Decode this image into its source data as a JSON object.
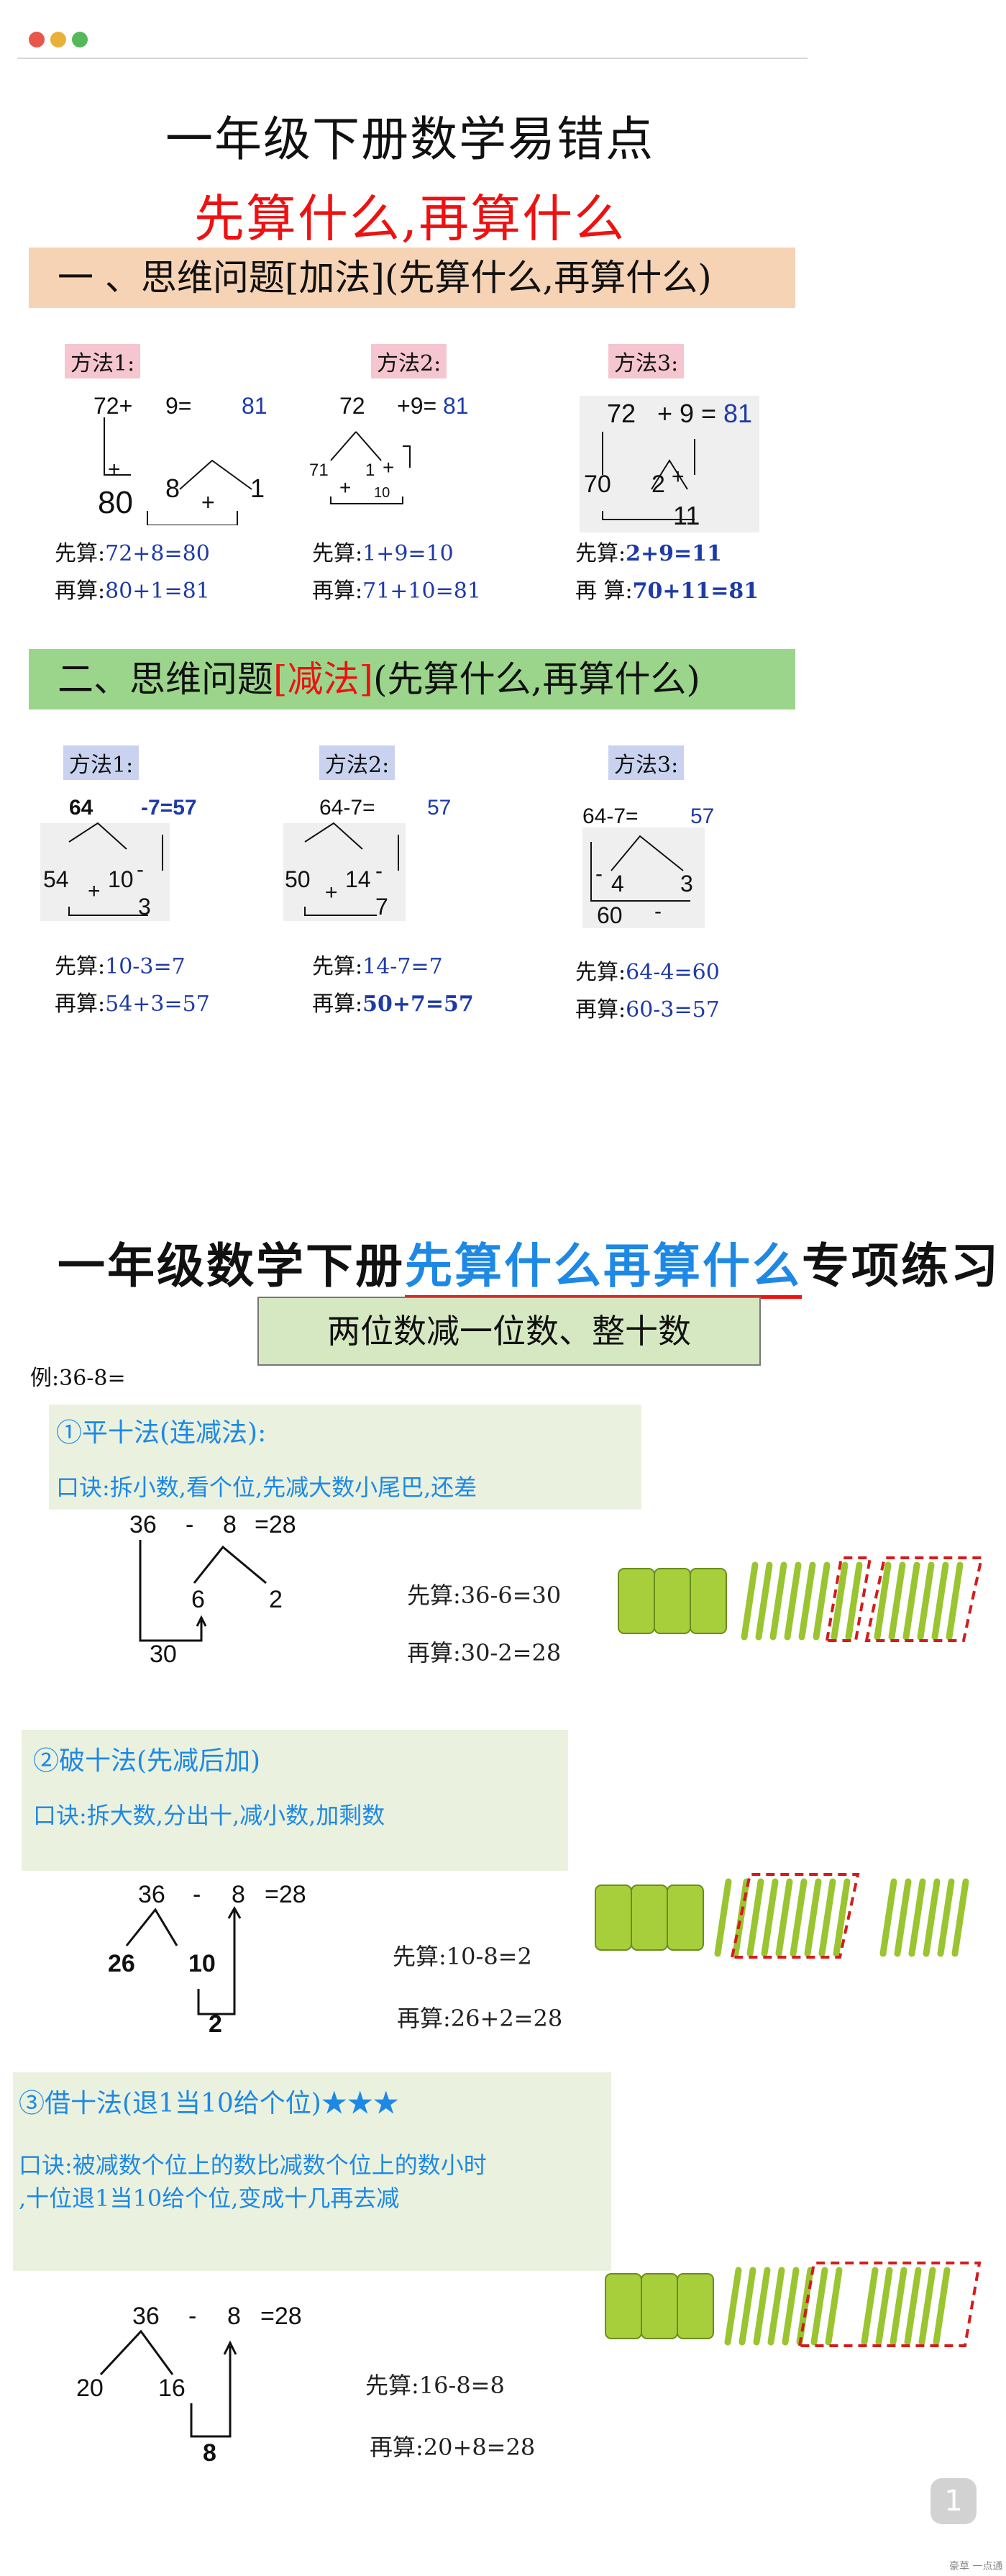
{
  "window": {
    "dots": [
      "#e8574a",
      "#eab13a",
      "#56b85a"
    ]
  },
  "header": {
    "title": "一年级下册数学易错点",
    "subtitle": "先算什么,再算什么"
  },
  "section1": {
    "heading_prefix": "一 、思维问题[加法](先算什么,再算什么)",
    "methods": [
      {
        "label": "方法1:",
        "top_left": "72+",
        "top_mid": "9=",
        "top_right": "81",
        "split_a": "80",
        "split_b": "8",
        "split_c": "1",
        "op1": "+",
        "op2": "+",
        "first_label": "先算:",
        "first": "72+8=80",
        "then_label": "再算:",
        "then": "80+1=81"
      },
      {
        "label": "方法2:",
        "top_left": "72",
        "top_mid": "+9=",
        "top_right": "81",
        "split_a": "71",
        "split_b": "1",
        "split_c": "10",
        "op1": "+",
        "op2": "+",
        "first_label": "先算:",
        "first": "1+9=10",
        "then_label": "再算:",
        "then": "71+10=81"
      },
      {
        "label": "方法3:",
        "top_left": "72",
        "top_mid": "+  9 =",
        "top_right": "81",
        "split_a": "70",
        "split_b": "2",
        "split_c": "11",
        "op1": "+",
        "op2": "+",
        "first_label": "先算:",
        "first": "2+9=11",
        "then_label": "再 算:",
        "then": "70+11=81"
      }
    ]
  },
  "section2": {
    "heading_before": "二、思维问题",
    "heading_red": "[减法]",
    "heading_after": "(先算什么,再算什么)",
    "methods": [
      {
        "label": "方法1:",
        "top_left": "64",
        "top_mid": "-7=57",
        "split_a": "54",
        "split_b": "10",
        "split_c": "3",
        "op1": "-",
        "op2": "+",
        "first_label": "先算:",
        "first": "10-3=7",
        "then_label": "再算:",
        "then": "54+3=57"
      },
      {
        "label": "方法2:",
        "top_left": "64-7=",
        "top_right": "57",
        "split_a": "50",
        "split_b": "14",
        "split_c": "7",
        "op1": "-",
        "op2": "+",
        "first_label": "先算:",
        "first": "14-7=7",
        "then_label": "再算:",
        "then": "50+7=57"
      },
      {
        "label": "方法3:",
        "top_left": "64-7=",
        "top_right": "57",
        "split_a": "4",
        "split_b": "3",
        "split_c": "60",
        "op1": "-",
        "op2": "-",
        "first_label": "先算:",
        "first": "64-4=60",
        "then_label": "再算:",
        "then": "60-3=57"
      }
    ]
  },
  "practice": {
    "title_before": "一年级数学下册",
    "title_hl": "先算什么再算什么",
    "title_after": "专项练习",
    "subtitle": "两位数减一位数、整十数",
    "example": "例:36-8=",
    "method1": {
      "heading": "①平十法(连减法):",
      "rhyme": "口诀:拆小数,看个位,先减大数小尾巴,还差",
      "top_a": "36",
      "top_op": "-",
      "top_b": "8",
      "top_eq": "=28",
      "split_b1": "6",
      "split_b2": "2",
      "result": "30",
      "first": "先算:36-6=30",
      "then": "再算:30-2=28"
    },
    "method2": {
      "heading": "②破十法(先减后加)",
      "rhyme": "口诀:拆大数,分出十,减小数,加剩数",
      "top_a": "36",
      "top_op": "-",
      "top_b": "8",
      "top_eq": "=28",
      "split_a1": "26",
      "split_a2": "10",
      "result": "2",
      "first": "先算:10-8=2",
      "then": "再算:26+2=28"
    },
    "method3": {
      "heading": "③借十法(退1当10给个位)★★★",
      "rhyme1": "口诀:被减数个位上的数比减数个位上的数小时",
      "rhyme2": ",十位退1当10给个位,变成十几再去减",
      "top_a": "36",
      "top_op": "-",
      "top_b": "8",
      "top_eq": "=28",
      "split_a1": "20",
      "split_a2": "16",
      "result": "8",
      "first": "先算:16-8=8",
      "then": "再算:20+8=28"
    }
  },
  "footer": {
    "page": "1",
    "watermark": "豪草 一点通"
  },
  "colors": {
    "accent_red": "#e11111",
    "accent_blue": "#1e3aa8",
    "sky_blue": "#1e88e5",
    "stick_green": "#a7cf3c"
  }
}
